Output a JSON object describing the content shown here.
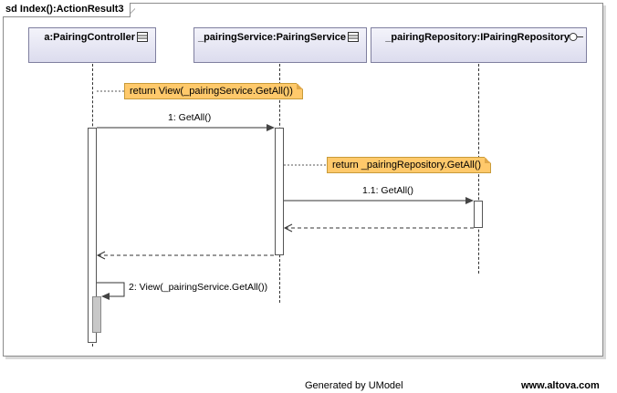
{
  "frame": {
    "title": "sd Index():ActionResult3"
  },
  "lifelines": [
    {
      "label": "a:PairingController",
      "icon": "class-icon"
    },
    {
      "label": "_pairingService:PairingService",
      "icon": "class-icon"
    },
    {
      "label": "_pairingRepository:IPairingRepository",
      "icon": "interface-lollipop-icon"
    }
  ],
  "notes": [
    {
      "text": "return View(_pairingService.GetAll())"
    },
    {
      "text": "return _pairingRepository.GetAll()"
    }
  ],
  "messages": [
    {
      "label": "1: GetAll()"
    },
    {
      "label": "1.1: GetAll()"
    },
    {
      "label": "2: View(_pairingService.GetAll())"
    }
  ],
  "footer": {
    "generated": "Generated by UModel",
    "site": "www.altova.com"
  }
}
